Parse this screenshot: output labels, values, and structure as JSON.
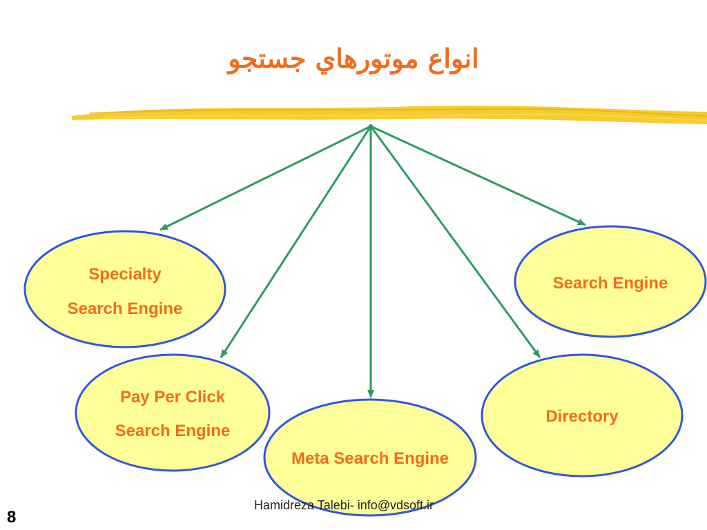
{
  "slide": {
    "title": "انواع موتورهاي جستجو",
    "footer": "Hamidreza Talebi- info@vdsoft.ir",
    "page_number": "8"
  },
  "colors": {
    "title": "#f26c1c",
    "node_text": "#f26c1c",
    "node_fill": "#ffff99",
    "node_stroke": "#3355dd",
    "arrow": "#2e9960",
    "brush_stroke": "#f5c518"
  },
  "diagram": {
    "nodes": [
      {
        "id": "search-engine",
        "lines": [
          "Search Engine"
        ]
      },
      {
        "id": "specialty-search-engine",
        "lines": [
          "Specialty",
          "Search Engine"
        ]
      },
      {
        "id": "pay-per-click-search-engine",
        "lines": [
          "Pay Per Click",
          "Search Engine"
        ]
      },
      {
        "id": "meta-search-engine",
        "lines": [
          "Meta Search Engine"
        ]
      },
      {
        "id": "directory",
        "lines": [
          "Directory"
        ]
      }
    ]
  }
}
